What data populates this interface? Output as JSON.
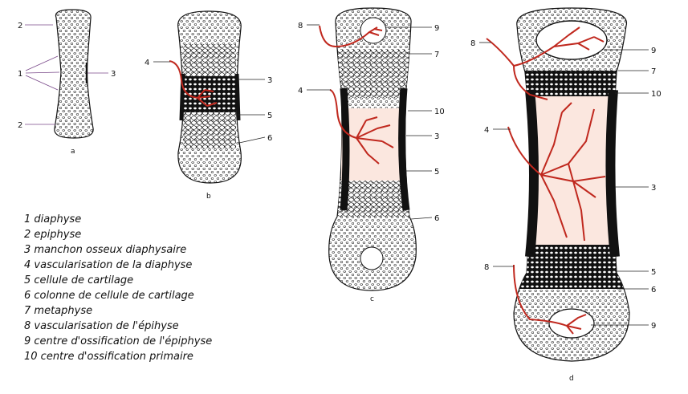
{
  "colors": {
    "ink": "#111111",
    "vessel": "#c0281e",
    "vessel_fill": "#f6d8cc",
    "leader_purple": "#7a4a8a"
  },
  "stages": [
    {
      "caption": "a",
      "labels": [
        "2",
        "1",
        "3",
        "2"
      ]
    },
    {
      "caption": "b",
      "labels": [
        "4",
        "3",
        "5",
        "6"
      ]
    },
    {
      "caption": "c",
      "labels": [
        "8",
        "9",
        "7",
        "4",
        "10",
        "3",
        "5",
        "6"
      ]
    },
    {
      "caption": "d",
      "labels": [
        "8",
        "9",
        "7",
        "10",
        "4",
        "3",
        "8",
        "5",
        "6",
        "9"
      ]
    }
  ],
  "legend": [
    "1  diaphyse",
    "2  epiphyse",
    "3  manchon osseux diaphysaire",
    "4 vascularisation de la diaphyse",
    "5 cellule de cartilage",
    "6 colonne de cellule de cartilage",
    "7 metaphyse",
    "8 vascularisation de l'épihyse",
    "9 centre d'ossification de l'épiphyse",
    "10 centre d'ossification primaire"
  ]
}
